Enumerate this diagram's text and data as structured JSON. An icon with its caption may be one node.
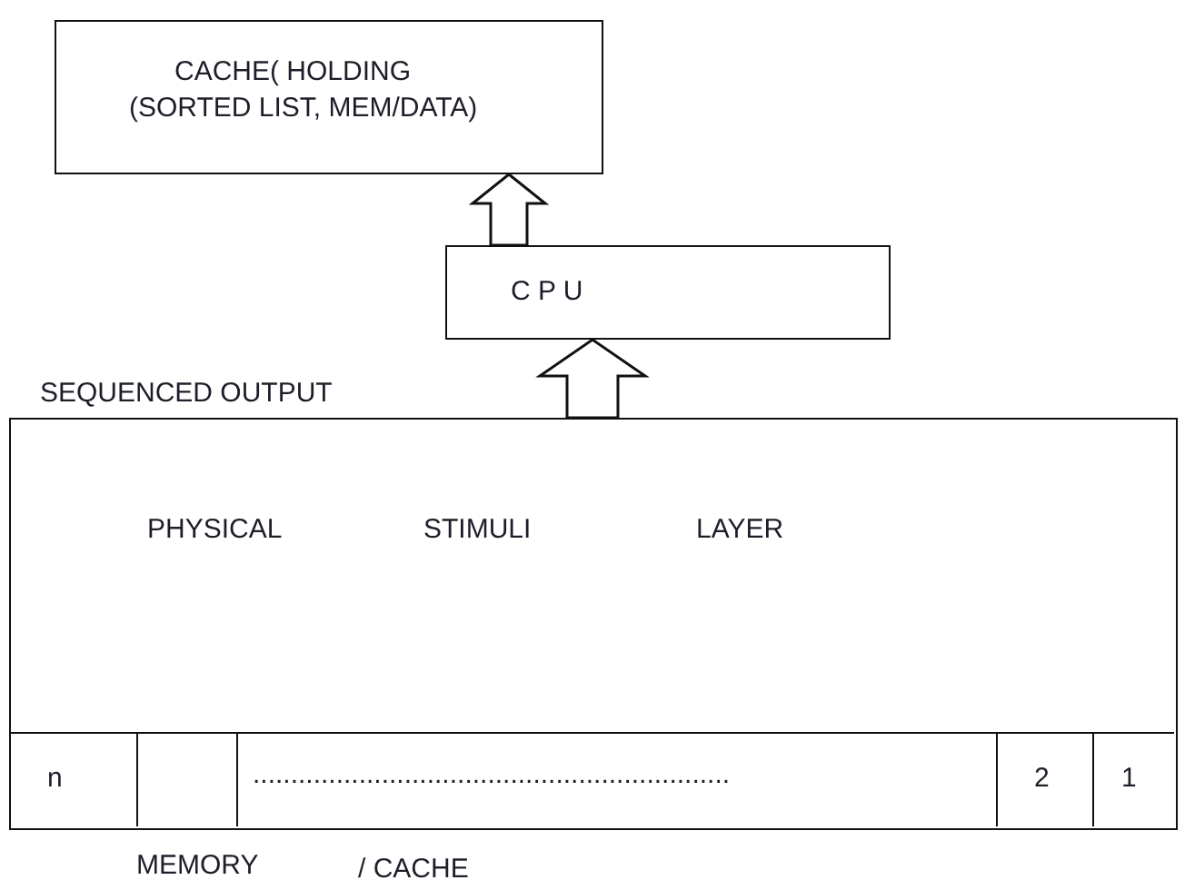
{
  "diagram": {
    "nodes": [
      {
        "text": [
          "CACHE( HOLDING (SORTED LIST, MEM/DATA)"
        ]
      },
      {
        "text": [
          "C P U"
        ]
      },
      {
        "text": [
          "PHYSICAL",
          "STIMULI",
          "LAYER"
        ]
      },
      {
        "text": [
          "n"
        ],
        "in": 2
      },
      {
        "text": [],
        "shape": "box",
        "in": 2
      },
      {
        "text": [
          "..............................................................."
        ],
        "in": 2
      },
      {
        "text": [
          "2"
        ],
        "in": 2
      },
      {
        "text": [
          "1"
        ],
        "in": 2
      }
    ],
    "edges": [
      {
        "from": 1,
        "to": 0,
        "arrow": "to"
      },
      {
        "from": 2,
        "to": 1,
        "arrow": "to"
      }
    ],
    "labels": [
      "SEQUENCED OUTPUT",
      "MEMORY",
      "/ CACHE"
    ]
  }
}
